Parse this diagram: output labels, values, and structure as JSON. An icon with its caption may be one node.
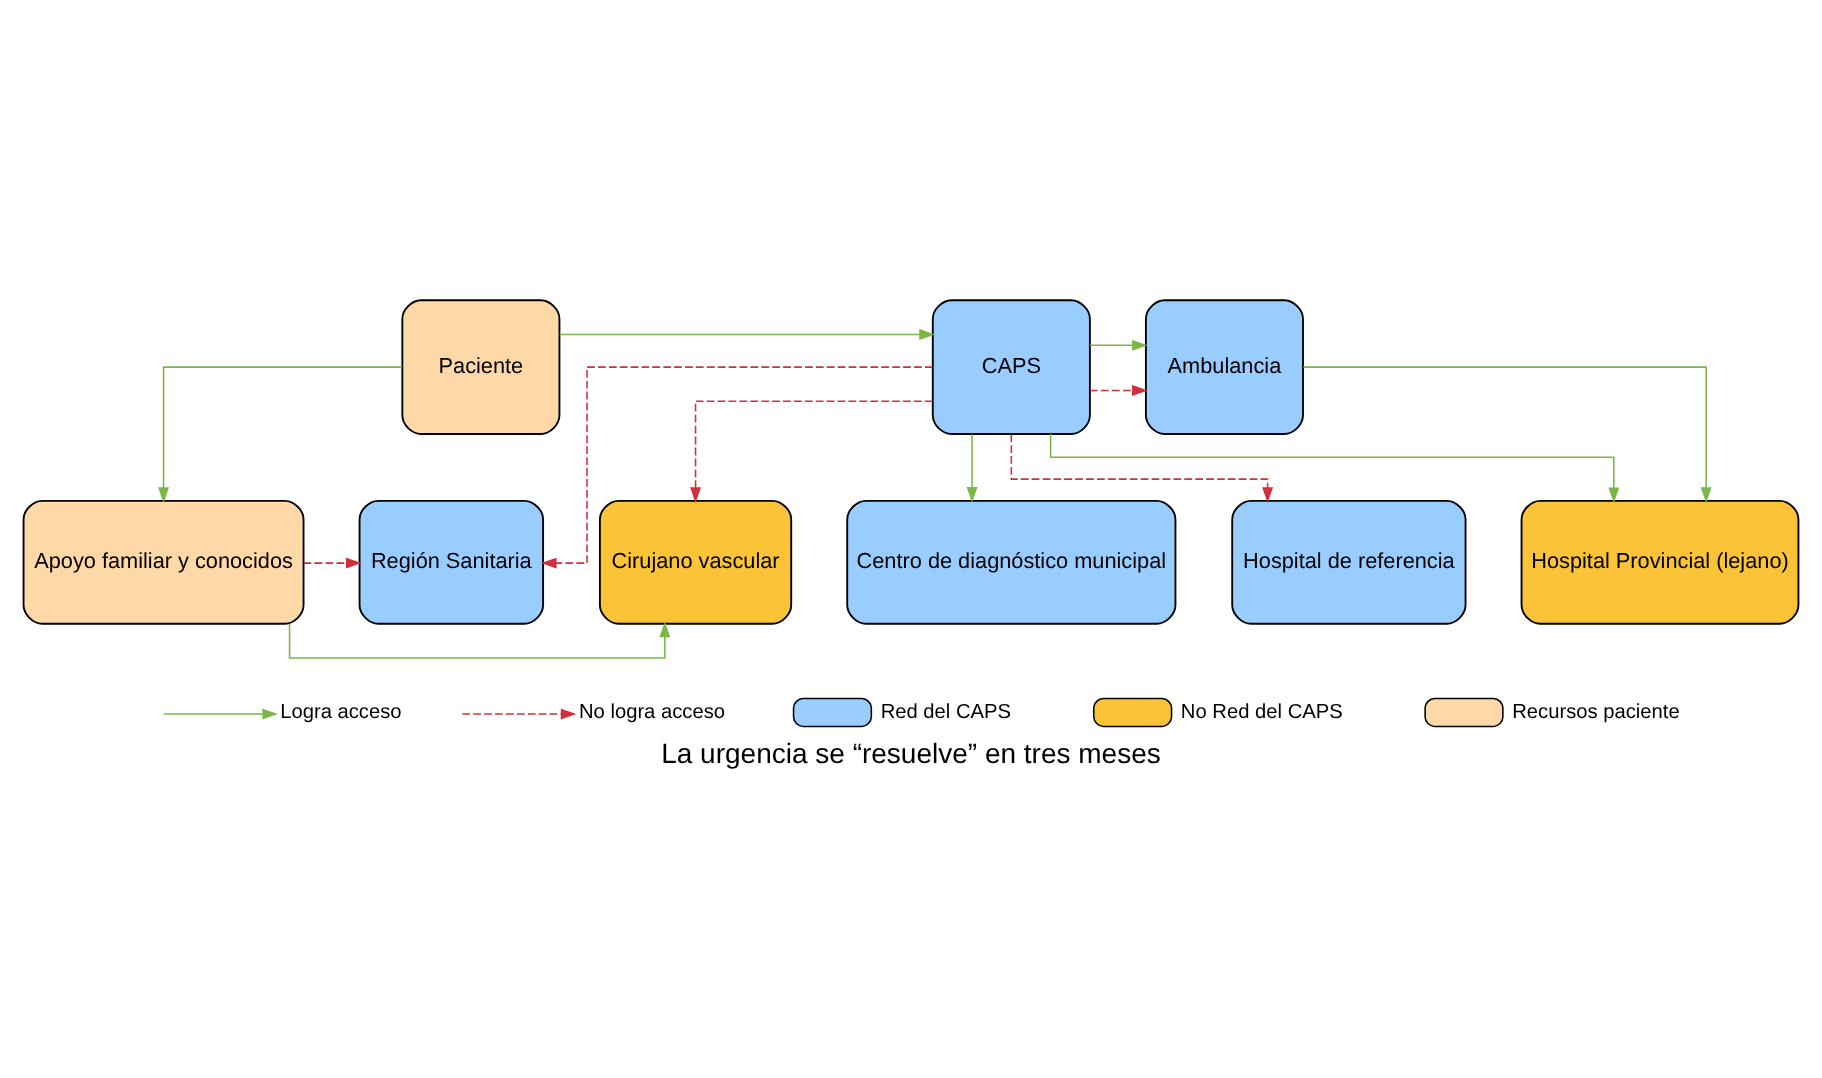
{
  "diagram": {
    "caption": "La urgencia se “resuelve” en tres meses",
    "nodes": [
      {
        "text": [
          "Paciente"
        ]
      },
      {
        "text": [
          "CAPS"
        ]
      },
      {
        "text": [
          "Ambulancia"
        ]
      },
      {
        "text": [
          "Centro de diagnóstico municipal"
        ]
      },
      {
        "text": [
          "Cirujano vascular"
        ]
      },
      {
        "text": [
          "Hospital Provincial (lejano)"
        ]
      },
      {
        "text": [
          "Apoyo familiar y conocidos"
        ]
      },
      {
        "text": [
          "Región Sanitaria"
        ]
      },
      {
        "text": [
          "Hospital de referencia"
        ]
      }
    ],
    "edges": [
      {
        "from": 0,
        "to": 1,
        "arrow": "to"
      },
      {
        "from": 1,
        "to": 3,
        "arrow": "to"
      },
      {
        "from": 1,
        "to": 2,
        "arrow": "to"
      },
      {
        "from": 1,
        "to": 2,
        "arrow": "to",
        "style": "dashed",
        "color": "#d0303c"
      },
      {
        "from": 1,
        "to": 4,
        "arrow": "to",
        "style": "dashed",
        "color": "#d0303c"
      },
      {
        "from": 1,
        "to": 7,
        "arrow": "to",
        "style": "dashed",
        "color": "#d0303c"
      },
      {
        "from": 1,
        "to": 8,
        "arrow": "to",
        "style": "dashed",
        "color": "#d0303c"
      },
      {
        "from": 1,
        "to": 5,
        "arrow": "to"
      },
      {
        "from": 2,
        "to": 5,
        "arrow": "to"
      },
      {
        "from": 0,
        "to": 6,
        "arrow": "to"
      },
      {
        "from": 6,
        "to": 4,
        "arrow": "to"
      },
      {
        "from": 6,
        "to": 7,
        "arrow": "to",
        "style": "dashed",
        "color": "#d0303c"
      }
    ],
    "legend": [
      {
        "text": "Logra acceso"
      },
      {
        "text": "No logra acceso"
      },
      {
        "text": "Red del CAPS",
        "color": "#99ccff"
      },
      {
        "text": "No Red del CAPS",
        "color": "#fbc337"
      },
      {
        "text": "Recursos paciente",
        "color": "#fed8a6"
      }
    ]
  }
}
